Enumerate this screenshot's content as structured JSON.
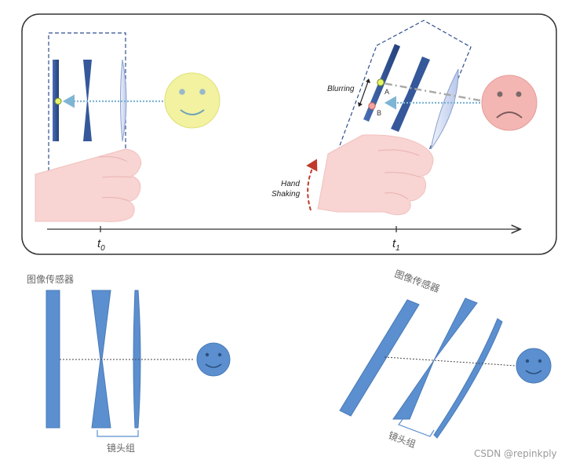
{
  "top_panel": {
    "timeline": {
      "t0_label": "t",
      "t0_sub": "0",
      "t1_label": "t",
      "t1_sub": "1"
    },
    "blurring_label": "Blurring",
    "point_a_label": "A",
    "point_b_label": "B",
    "hand_shaking_line1": "Hand",
    "hand_shaking_line2": "Shaking"
  },
  "bottom_left": {
    "sensor_label": "图像传感器",
    "lens_group_label": "镜头组"
  },
  "bottom_right": {
    "sensor_label": "图像传感器",
    "lens_group_label": "镜头组"
  },
  "watermark": "CSDN @repinkply",
  "colors": {
    "sensor_dark": "#2f4f8f",
    "lens_blue": "#6d9bd1",
    "happy_face": "#f2f2a0",
    "sad_face": "#f4b6b3",
    "hand": "#f8d4d2",
    "light_ray": "#7fb5d4",
    "shake_arrow": "#c0392b"
  }
}
